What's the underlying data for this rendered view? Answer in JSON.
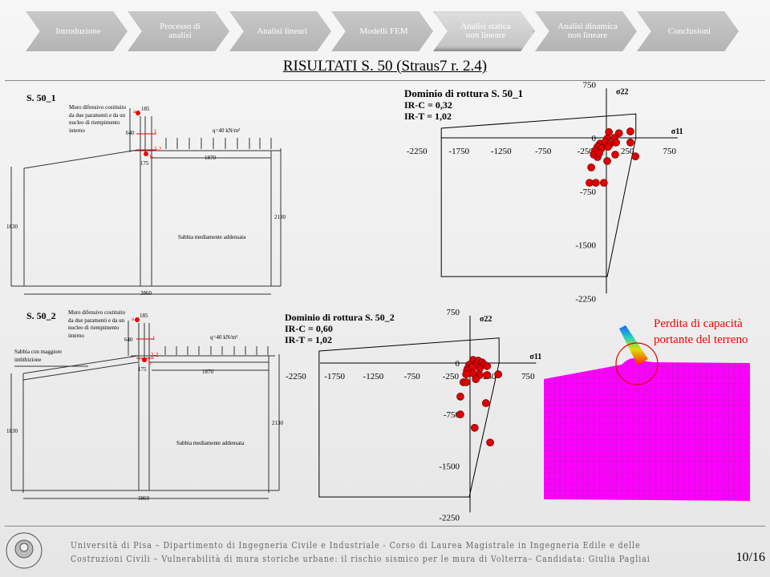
{
  "nav": {
    "items": [
      {
        "label": "Introduzione"
      },
      {
        "label": "Processo di analisi"
      },
      {
        "label": "Analisi lineari"
      },
      {
        "label": "Modelli FEM"
      },
      {
        "label": "Analisi statica non lineare",
        "active": true
      },
      {
        "label": "Analisi dinamica non lineare"
      },
      {
        "label": "Conclusioni"
      }
    ]
  },
  "title": "RISULTATI  S. 50 (Straus7 r. 2.4)",
  "section1": {
    "label": "S. 50_1",
    "wall_note": "Muro difensivo costituito da due paramenti e da un nucleo di riempimento interno",
    "load": "q=40 kN/m²",
    "soil": "Sabbia mediamente addensata",
    "dims": {
      "top": "185",
      "height": "640",
      "base": "175",
      "right_len": "1870",
      "left_h": "1830",
      "right_h": "2130",
      "total": "3860"
    },
    "marks": {
      "a": "a",
      "b": "b",
      "s1": "1",
      "s2": "2-2"
    }
  },
  "section2": {
    "label": "S. 50_2",
    "wall_note": "Muro difensivo costituito da due paramenti e da un nucleo di riempimento interno",
    "layer": "Sabbia con maggiore imbibizione",
    "load": "q=40 kN/m²",
    "soil": "Sabbia mediamente addensata",
    "dims": {
      "top": "185",
      "height": "640",
      "base": "175",
      "right_len": "1870",
      "left_h": "1830",
      "right_h": "2130",
      "total": "3860"
    },
    "marks": {
      "a": "a",
      "b": "b",
      "s1": "1",
      "s2": "2-2"
    }
  },
  "fem": {
    "note_line1": "Perdita di capacità",
    "note_line2": "portante del terreno",
    "colors": {
      "mesh": "#ff00ff",
      "circle": "#e00000"
    }
  },
  "footer": {
    "line1": "Università di Pisa – Dipartimento di Ingegneria Civile e Industriale - Corso di Laurea Magistrale in Ingegneria Edile e delle",
    "line2": "Costruzioni Civili – Vulnerabilità di mura storiche urbane: il rischio sismico per le mura di Volterra– Candidata: Giulia Pagliai",
    "page": "10/16",
    "seal_text": "IN SUPREMAE DIGNITATIS 1343"
  },
  "chart_data": [
    {
      "type": "scatter",
      "title": "Dominio di rottura S. 50_1",
      "subtitle": [
        "IR-C = 0,32",
        "IR-T = 1,02"
      ],
      "xlabel": "σ11",
      "ylabel": "σ22",
      "x_ticks": [
        -2250,
        -1750,
        -1250,
        -750,
        -250,
        250,
        750
      ],
      "y_ticks": [
        750,
        0,
        -750,
        -1500,
        -2250
      ],
      "xlim": [
        -2250,
        750
      ],
      "ylim": [
        -2250,
        750
      ],
      "point_color": "#e00000",
      "domain": [
        [
          -1960,
          135
        ],
        [
          350,
          335
        ],
        [
          350,
          0
        ],
        [
          10,
          -1945
        ],
        [
          -1960,
          -1945
        ]
      ],
      "points": [
        [
          30,
          80
        ],
        [
          150,
          65
        ],
        [
          285,
          90
        ],
        [
          10,
          -10
        ],
        [
          95,
          0
        ],
        [
          285,
          -65
        ],
        [
          -75,
          -80
        ],
        [
          -10,
          -55
        ],
        [
          40,
          -90
        ],
        [
          115,
          -65
        ],
        [
          -105,
          -125
        ],
        [
          -55,
          -145
        ],
        [
          20,
          -125
        ],
        [
          -135,
          -180
        ],
        [
          -150,
          -235
        ],
        [
          -105,
          -270
        ],
        [
          -85,
          -215
        ],
        [
          105,
          -235
        ],
        [
          345,
          -260
        ],
        [
          10,
          -325
        ],
        [
          -180,
          -415
        ],
        [
          -200,
          -630
        ],
        [
          -125,
          -630
        ],
        [
          -30,
          -630
        ]
      ]
    },
    {
      "type": "scatter",
      "title": "Dominio di rottura S. 50_2",
      "subtitle": [
        "IR-C = 0,60",
        "IR-T = 1,02"
      ],
      "xlabel": "σ11",
      "ylabel": "σ22",
      "x_ticks": [
        -2250,
        -1750,
        -1250,
        -750,
        -250,
        250,
        750
      ],
      "y_ticks": [
        750,
        0,
        -750,
        -1500,
        -2250
      ],
      "xlim": [
        -2250,
        750
      ],
      "ylim": [
        -2250,
        750
      ],
      "point_color": "#e00000",
      "domain": [
        [
          -1950,
          175
        ],
        [
          375,
          365
        ],
        [
          375,
          0
        ],
        [
          -10,
          -1955
        ],
        [
          -1950,
          -1955
        ]
      ],
      "points": [
        [
          40,
          45
        ],
        [
          105,
          35
        ],
        [
          155,
          10
        ],
        [
          -10,
          -25
        ],
        [
          60,
          -35
        ],
        [
          185,
          -25
        ],
        [
          -30,
          -80
        ],
        [
          30,
          -60
        ],
        [
          125,
          -80
        ],
        [
          220,
          -45
        ],
        [
          -40,
          -115
        ],
        [
          125,
          -175
        ],
        [
          -50,
          -165
        ],
        [
          40,
          -150
        ],
        [
          220,
          -175
        ],
        [
          365,
          -165
        ],
        [
          -85,
          -280
        ],
        [
          -50,
          -280
        ],
        [
          75,
          -235
        ],
        [
          -125,
          -490
        ],
        [
          205,
          -585
        ],
        [
          -125,
          -750
        ],
        [
          60,
          -945
        ],
        [
          260,
          -1160
        ]
      ]
    }
  ]
}
